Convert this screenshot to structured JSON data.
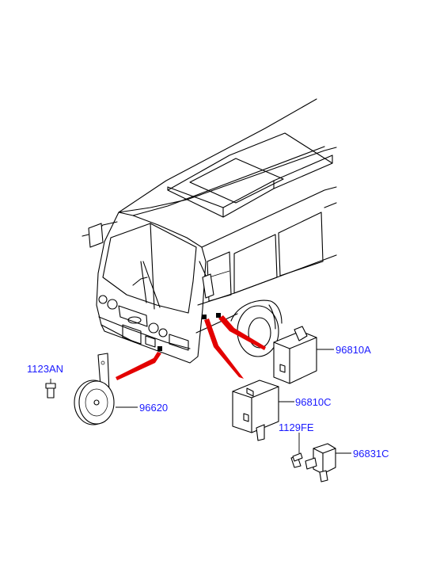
{
  "labels": {
    "bolt_left": "1123AN",
    "horn": "96620",
    "unit_a": "96810A",
    "unit_c": "96810C",
    "bolt_right": "1129FE",
    "relay": "96831C"
  },
  "colors": {
    "label_text": "#1a1aff",
    "arrow": "#e30000",
    "line": "#000000"
  }
}
